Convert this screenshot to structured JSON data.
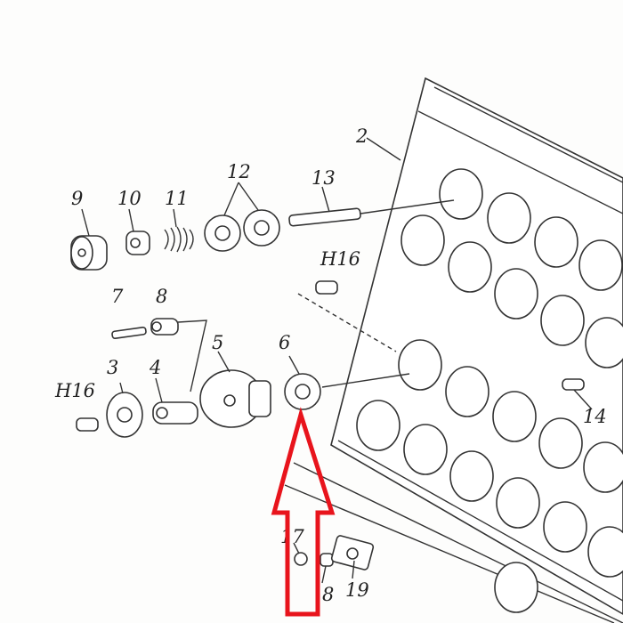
{
  "diagram": {
    "title": "Exploded parts diagram",
    "labels": {
      "p2": "2",
      "p3": "3",
      "p4": "4",
      "p5": "5",
      "p6": "6",
      "p7": "7",
      "p8": "8",
      "p9": "9",
      "p10": "10",
      "p11": "11",
      "p12": "12",
      "p13": "13",
      "p14": "14",
      "h16a": "H16",
      "h16b": "H16",
      "p17": "17",
      "p18": "8",
      "p19": "19"
    },
    "highlight": {
      "target": "6",
      "color": "#e8141c"
    },
    "ink_color": "#333333"
  }
}
